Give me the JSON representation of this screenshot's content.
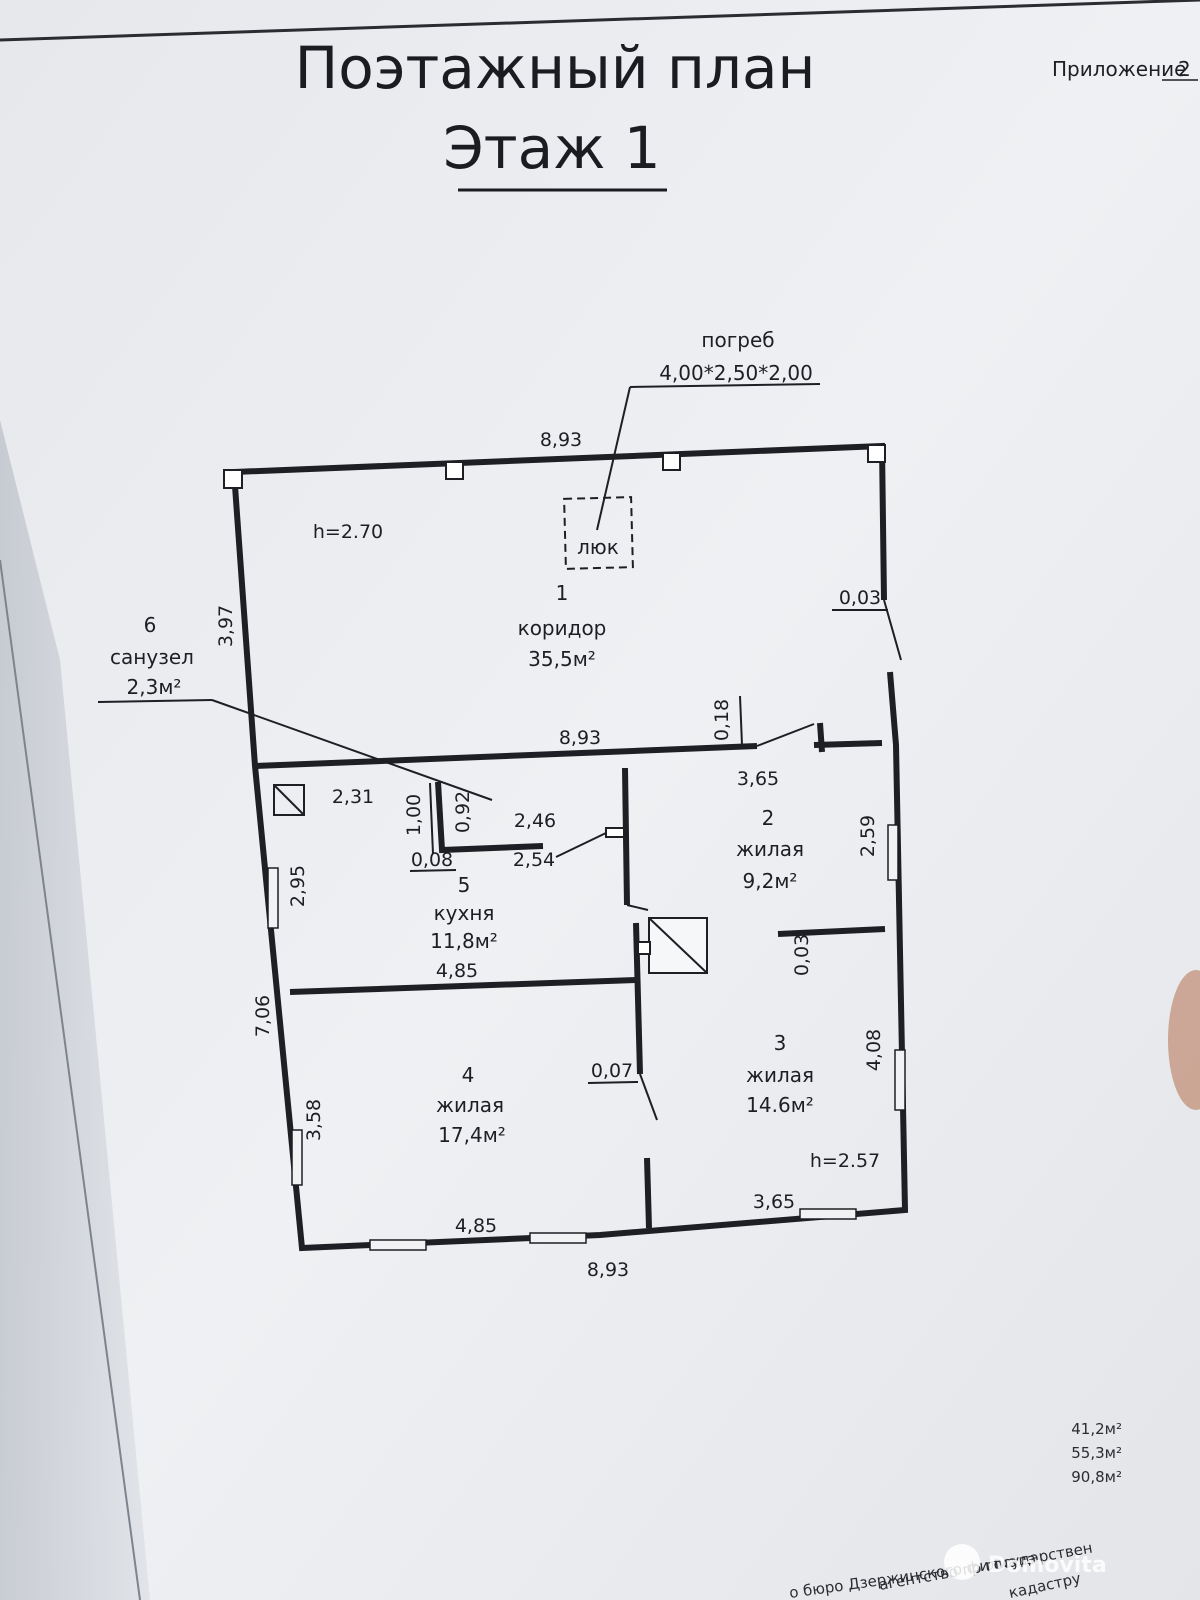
{
  "header": {
    "title_line1": "Поэтажный план",
    "title_line2": "Этаж 1",
    "appendix": "Приложение",
    "appendix_no": "2"
  },
  "cellar": {
    "label": "погреб",
    "size": "4,00*2,50*2,00",
    "hatch": "люк"
  },
  "dimensions": {
    "top_outer": "8,93",
    "left_upper": "3,97",
    "right_upper": "0,03",
    "mid_wall": "8,93",
    "mid_wall_thick": "0,18",
    "room2_width": "3,65",
    "room6_w": "2,31",
    "room6_h1": "1,00",
    "room6_h2": "0,92",
    "room6_a": "2,46",
    "room6_b": "2,54",
    "room6_c": "0,08",
    "kitchen_h": "2,95",
    "kitchen_w": "4,85",
    "room2_h": "2,59",
    "partition_23": "0,03",
    "left_total": "7,06",
    "room4_h": "3,58",
    "partition_34": "0,07",
    "room3_h": "4,08",
    "room3_w": "3,65",
    "room4_w": "4,85",
    "bottom_outer": "8,93"
  },
  "heights": {
    "upper": "h=2.70",
    "lower": "h=2.57"
  },
  "rooms": [
    {
      "no": "1",
      "name": "коридор",
      "area": "35,5м²"
    },
    {
      "no": "2",
      "name": "жилая",
      "area": "9,2м²"
    },
    {
      "no": "3",
      "name": "жилая",
      "area": "14.6м²"
    },
    {
      "no": "4",
      "name": "жилая",
      "area": "17,4м²"
    },
    {
      "no": "5",
      "name": "кухня",
      "area": "11,8м²"
    },
    {
      "no": "6",
      "name": "санузел",
      "area": "2,3м²"
    }
  ],
  "totals": [
    "41,2м²",
    "55,3м²",
    "90,8м²"
  ],
  "footer": {
    "line1": "о бюро Дзержинского филиала",
    "line2": "агентство по государствен",
    "line3": "кадастру",
    "watermark": "Domovita"
  },
  "colors": {
    "paper": "#eef0f3",
    "ink": "#1d1f24"
  }
}
